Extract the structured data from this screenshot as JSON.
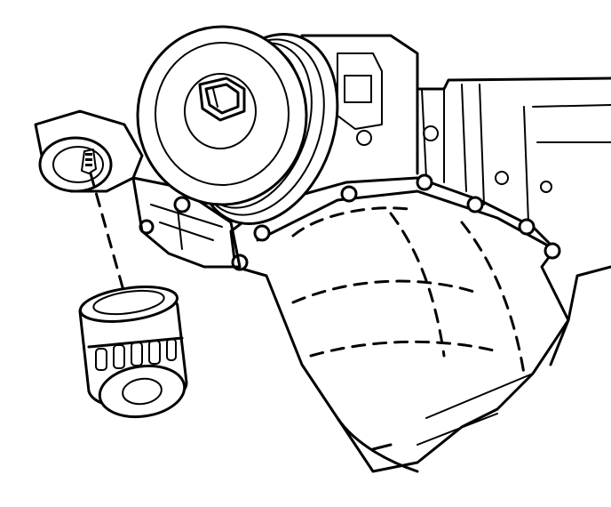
{
  "illustration": {
    "colors": {
      "ink": "#000000",
      "paper": "#ffffff"
    },
    "parts": [
      {
        "id": "crankshaft-pulley",
        "icon": "pulley-icon"
      },
      {
        "id": "pulley-bolt",
        "icon": "hex-bolt-icon"
      },
      {
        "id": "oil-filter-adapter",
        "icon": "filter-mount-icon"
      },
      {
        "id": "oil-filter",
        "icon": "oil-filter-icon"
      },
      {
        "id": "oil-pan",
        "icon": "oil-pan-icon"
      },
      {
        "id": "engine-block",
        "icon": "engine-block-icon"
      }
    ]
  }
}
